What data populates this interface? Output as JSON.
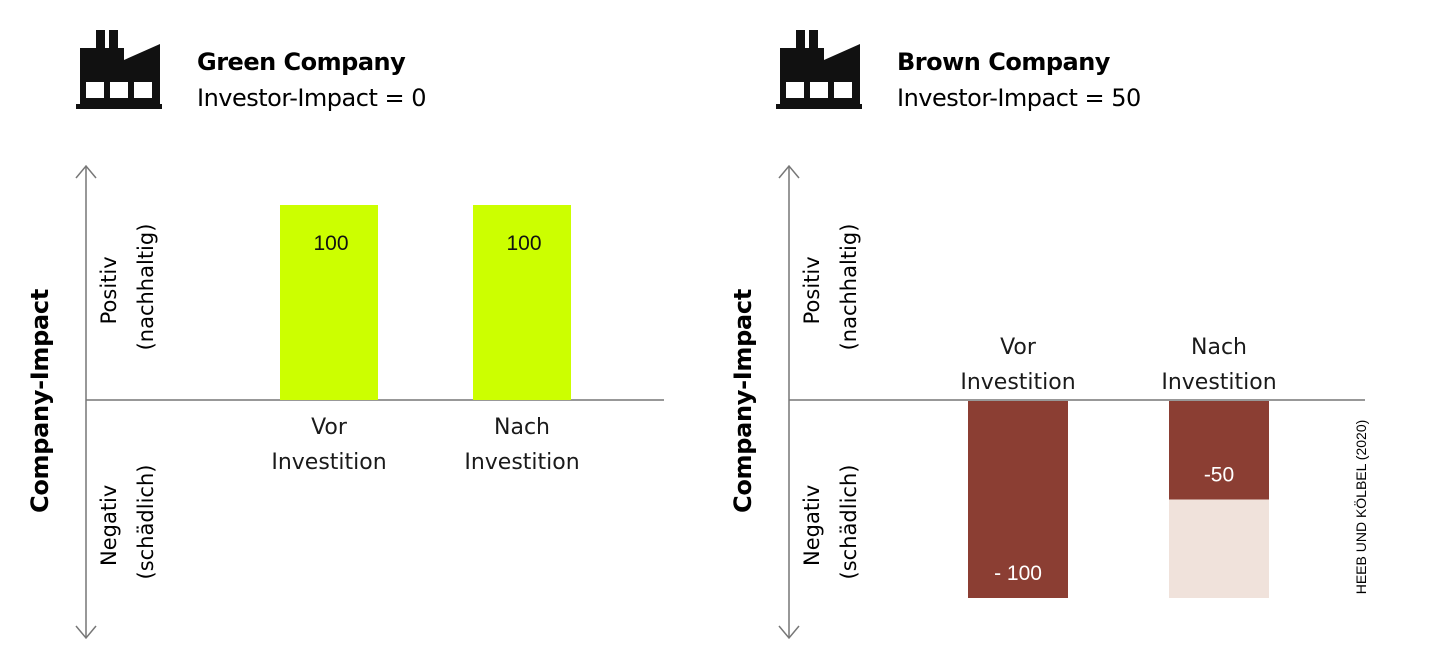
{
  "colors": {
    "green": "#ccff00",
    "brown": "#8b3e33",
    "brown_light": "#f0e2db",
    "axis": "#777777",
    "text": "#1a1a1a",
    "on_dark_text": "#ffffff"
  },
  "icons": {
    "company": "factory-icon"
  },
  "credit": "HEEB UND KÖLBEL (2020)",
  "panels": [
    {
      "title": "Green Company",
      "subtitle": "Investor-Impact = 0",
      "axis_title": "Company-Impact",
      "positive_label": [
        "Positiv",
        "(nachhaltig)"
      ],
      "negative_label": [
        "Negativ",
        "(schädlich)"
      ]
    },
    {
      "title": "Brown Company",
      "subtitle": "Investor-Impact = 50",
      "axis_title": "Company-Impact",
      "positive_label": [
        "Positiv",
        "(nachhaltig)"
      ],
      "negative_label": [
        "Negativ",
        "(schädlich)"
      ]
    }
  ],
  "chart_data": [
    {
      "type": "bar",
      "title": "Green Company",
      "subtitle": "Investor-Impact = 0",
      "ylabel": "Company-Impact",
      "categories": [
        [
          "Vor",
          "Investition"
        ],
        [
          "Nach",
          "Investition"
        ]
      ],
      "values": [
        100,
        100
      ],
      "value_labels": [
        "100",
        "100"
      ],
      "ylim": [
        -100,
        100
      ],
      "grid": false
    },
    {
      "type": "bar",
      "title": "Brown Company",
      "subtitle": "Investor-Impact = 50",
      "ylabel": "Company-Impact",
      "categories": [
        [
          "Vor",
          "Investition"
        ],
        [
          "Nach",
          "Investition"
        ]
      ],
      "values": [
        -100,
        -50
      ],
      "value_labels": [
        "- 100",
        "-50"
      ],
      "shaded_reduction": [
        0,
        50
      ],
      "ylim": [
        -100,
        100
      ],
      "grid": false
    }
  ]
}
